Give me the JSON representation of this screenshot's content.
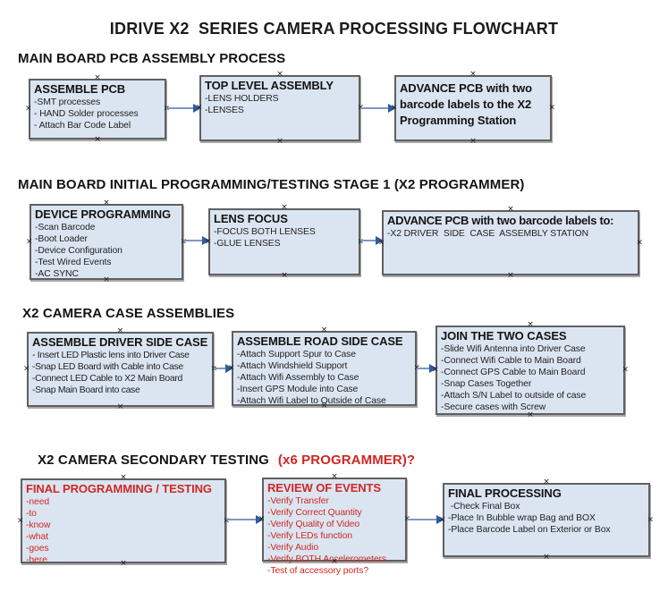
{
  "title": "IDRIVE X2  SERIES CAMERA PROCESSING FLOWCHART",
  "colors": {
    "box_fill": "#dbe5f1",
    "box_border": "#5f6062",
    "box_shadow": "#a8a8a8",
    "arrow_line": "#7f97bf",
    "arrow_head": "#2f5b9d",
    "red": "#cf2824"
  },
  "glyphs": {
    "handle": "×"
  },
  "sections": [
    {
      "heading": "MAIN BOARD PCB ASSEMBLY PROCESS",
      "boxes": [
        {
          "title": "ASSEMBLE PCB",
          "items": [
            "-SMT processes",
            "- HAND Solder processes",
            "- Attach Bar Code Label"
          ]
        },
        {
          "title": "TOP LEVEL ASSEMBLY",
          "items": [
            "-LENS HOLDERS",
            "-LENSES"
          ]
        },
        {
          "title": "ADVANCE PCB with two barcode labels to the X2 Programming Station",
          "items": []
        }
      ]
    },
    {
      "heading": "MAIN BOARD INITIAL PROGRAMMING/TESTING STAGE 1 (X2 PROGRAMMER)",
      "boxes": [
        {
          "title": "DEVICE PROGRAMMING",
          "items": [
            "-Scan Barcode",
            "-Boot Loader",
            "-Device Configuration",
            "-Test Wired Events",
            "-AC SYNC"
          ]
        },
        {
          "title": "LENS FOCUS",
          "items": [
            "-FOCUS BOTH LENSES",
            "-GLUE LENSES"
          ]
        },
        {
          "title": "ADVANCE PCB with two barcode labels to:",
          "items": [
            "-X2 DRIVER  SIDE  CASE  ASSEMBLY STATION"
          ]
        }
      ]
    },
    {
      "heading": "X2 CAMERA CASE ASSEMBLIES",
      "boxes": [
        {
          "title": "ASSEMBLE DRIVER SIDE CASE",
          "items": [
            "- Insert LED Plastic lens into Driver Case",
            "-Snap LED Board with Cable into Case",
            "-Connect LED Cable to X2 Main Board",
            "-Snap Main Board into case"
          ]
        },
        {
          "title": "ASSEMBLE ROAD SIDE CASE",
          "items": [
            "-Attach Support Spur to Case",
            "-Attach Windshield Support",
            "-Attach Wifi Assembly to Case",
            "-Insert GPS Module into Case",
            "-Attach Wifi Label to Outside of Case"
          ]
        },
        {
          "title": "JOIN THE TWO CASES",
          "items": [
            "-Slide Wifi Antenna into Driver Case",
            "-Connect Wifi Cable to Main Board",
            "-Connect GPS Cable to Main Board",
            "-Snap Cases Together",
            "-Attach S/N Label to outside of case",
            "-Secure cases with Screw"
          ]
        }
      ]
    },
    {
      "heading": "X2 CAMERA SECONDARY TESTING",
      "heading_red": "(x6 PROGRAMMER)?",
      "boxes": [
        {
          "title": "FINAL PROGRAMMING / TESTING",
          "items": [
            "-need",
            "-to",
            "-know",
            "-what",
            "-goes",
            "-here"
          ]
        },
        {
          "title": "REVIEW OF EVENTS",
          "items": [
            "-Verify Transfer",
            "-Verify Correct Quantity",
            "-Verify Quality of Video",
            "-Verify LEDs function",
            "-Verify Audio",
            "-Verify BOTH Accelerometers",
            "-Test of accessory ports?"
          ]
        },
        {
          "title": "FINAL PROCESSING",
          "items": [
            " -Check Final Box",
            "-Place In Bubble wrap Bag and BOX",
            "-Place Barcode Label on Exterior or Box"
          ]
        }
      ]
    }
  ]
}
